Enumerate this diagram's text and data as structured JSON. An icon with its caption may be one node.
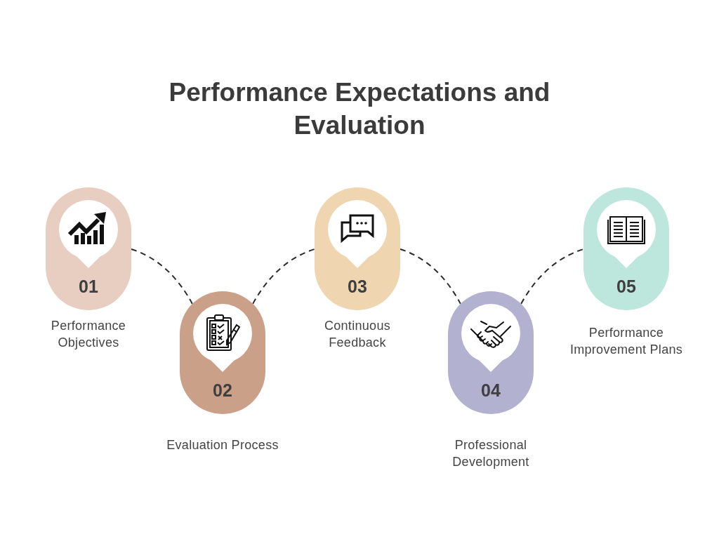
{
  "diagram": {
    "title": "Performance Expectations and Evaluation",
    "nodes": [
      {
        "text": [
          "01"
        ],
        "beside": [
          "Performance Objectives"
        ]
      },
      {
        "text": [
          "02"
        ],
        "beside": [
          "Evaluation Process"
        ]
      },
      {
        "text": [
          "03"
        ],
        "beside": [
          "Continuous Feedback"
        ]
      },
      {
        "text": [
          "04"
        ],
        "beside": [
          "Professional Development"
        ]
      },
      {
        "text": [
          "05"
        ],
        "beside": [
          "Performance Improvement Plans"
        ]
      }
    ],
    "edges": [
      {
        "from": 0,
        "to": 1,
        "arrow": "none",
        "style": "dashed"
      },
      {
        "from": 1,
        "to": 2,
        "arrow": "none",
        "style": "dashed"
      },
      {
        "from": 2,
        "to": 3,
        "arrow": "none",
        "style": "dashed"
      },
      {
        "from": 3,
        "to": 4,
        "arrow": "none",
        "style": "dashed"
      }
    ]
  }
}
